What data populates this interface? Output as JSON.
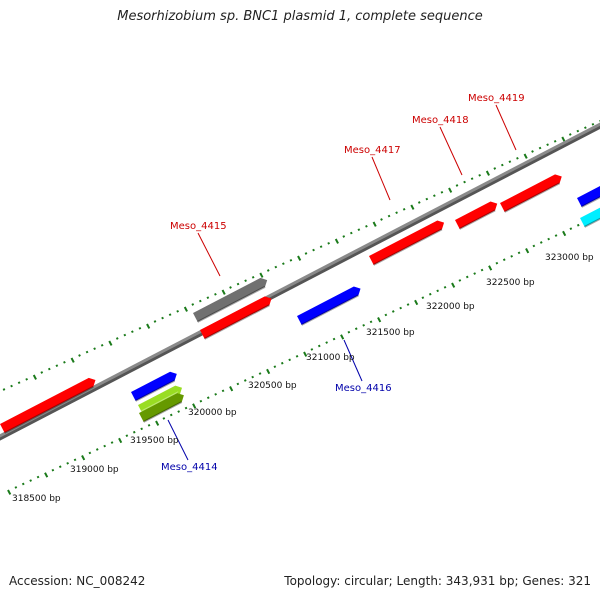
{
  "title": "Mesorhizobium sp. BNC1 plasmid 1, complete sequence",
  "footer": {
    "accession": "Accession: NC_008242",
    "summary": "Topology: circular; Length: 343,931 bp; Genes: 321"
  },
  "colors": {
    "backbone": "#8a8a8a",
    "tick": "#1a7a1a",
    "label_forward": "#cc0000",
    "label_reverse": "#0000aa"
  },
  "scale_labels": [
    "318500 bp",
    "319000 bp",
    "319500 bp",
    "320000 bp",
    "320500 bp",
    "321000 bp",
    "321500 bp",
    "322000 bp",
    "322500 bp",
    "323000 bp"
  ],
  "gene_labels": [
    {
      "text": "Meso_4415",
      "strand": "forward"
    },
    {
      "text": "Meso_4417",
      "strand": "forward"
    },
    {
      "text": "Meso_4418",
      "strand": "forward"
    },
    {
      "text": "Meso_4419",
      "strand": "forward"
    },
    {
      "text": "Meso_4414",
      "strand": "reverse"
    },
    {
      "text": "Meso_4416",
      "strand": "reverse"
    }
  ],
  "features": [
    {
      "color": "#ff0000",
      "side": "forward"
    },
    {
      "color": "#707070",
      "side": "forward"
    },
    {
      "color": "#ff0000",
      "side": "forward"
    },
    {
      "color": "#ff0000",
      "side": "forward"
    },
    {
      "color": "#ff0000",
      "side": "forward"
    },
    {
      "color": "#ff0000",
      "side": "forward"
    },
    {
      "color": "#0000ff",
      "side": "forward"
    },
    {
      "color": "#0000ff",
      "side": "reverse"
    },
    {
      "color": "#99dd22",
      "side": "reverse"
    },
    {
      "color": "#669900",
      "side": "reverse"
    },
    {
      "color": "#0000ff",
      "side": "reverse"
    },
    {
      "color": "#00eeff",
      "side": "reverse"
    }
  ]
}
